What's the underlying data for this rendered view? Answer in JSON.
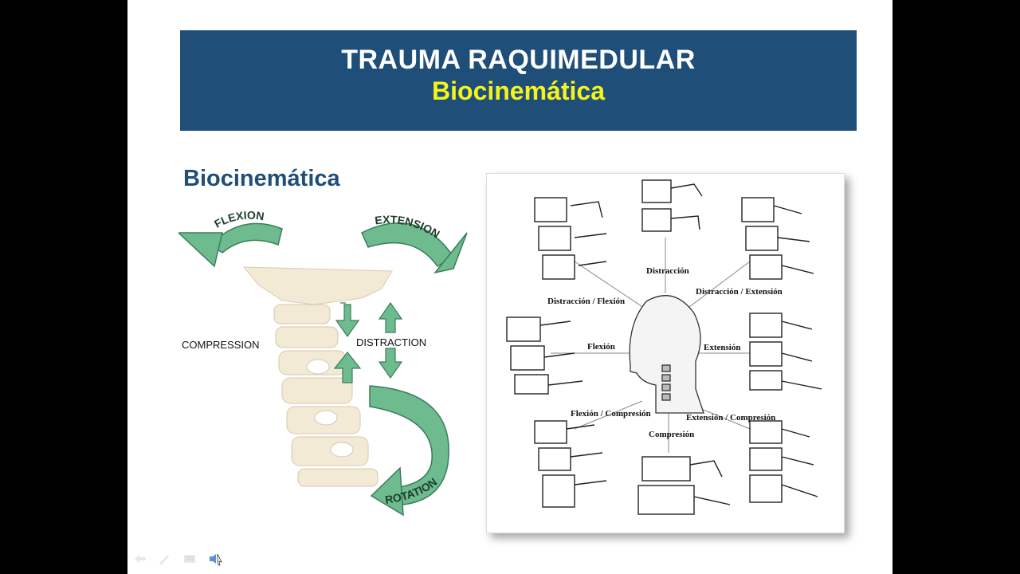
{
  "header": {
    "title": "TRAUMA RAQUIMEDULAR",
    "subtitle": "Biocinemática"
  },
  "section": {
    "title": "Biocinemática"
  },
  "left_figure": {
    "flexion": "FLEXION",
    "extension": "EXTENSION",
    "compression": "COMPRESSION",
    "distraction": "DISTRACTION",
    "rotation": "ROTATION"
  },
  "right_figure": {
    "distraccion": "Distracción",
    "distraccion_flexion": "Distracción / Flexión",
    "distraccion_extension": "Distracción / Extensión",
    "flexion": "Flexión",
    "extension": "Extensión",
    "flexion_compresion": "Flexión / Compresión",
    "extension_compresion": "Extensión / Compresión",
    "compresion": "Compresión"
  },
  "controls": {
    "icons": [
      "back-arrow-icon",
      "pen-icon",
      "slides-icon",
      "speaker-icon"
    ]
  },
  "colors": {
    "header_bg": "#1f4e79",
    "subtitle": "#f5f51e",
    "arrow_green": "#6dbb8e",
    "bone": "#f3ead6"
  }
}
